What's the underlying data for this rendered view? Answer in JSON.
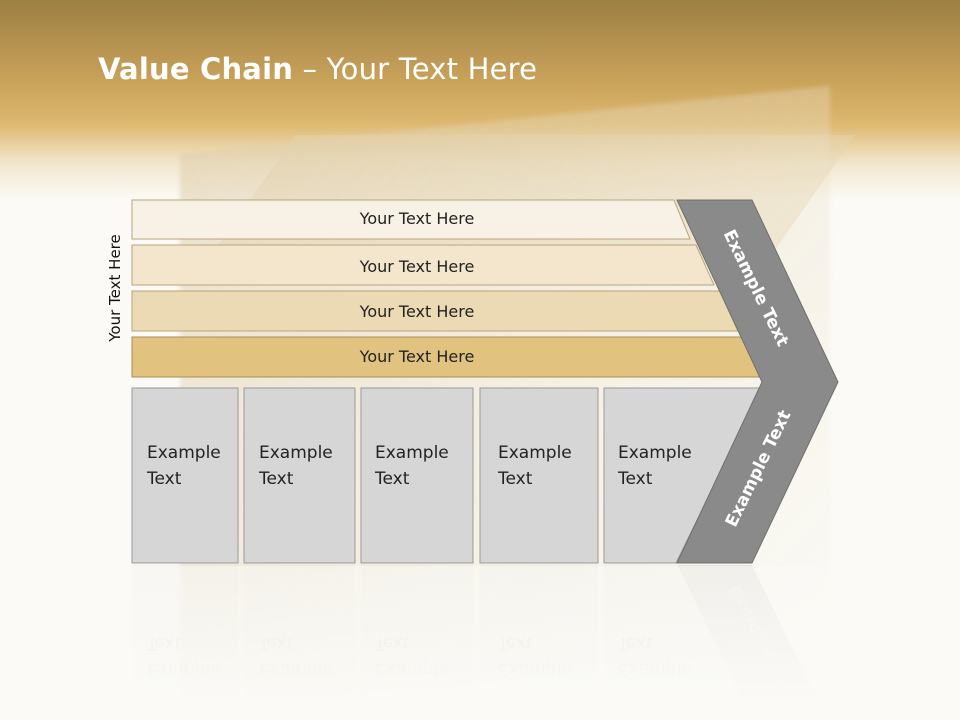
{
  "title": {
    "bold": "Value Chain",
    "rest": " – Your Text Here"
  },
  "side_label": "Your Text Here",
  "rows": [
    "Your Text Here",
    "Your Text Here",
    "Your Text Here",
    "Your Text Here"
  ],
  "columns": [
    {
      "line1": "Example",
      "line2": "Text"
    },
    {
      "line1": "Example",
      "line2": "Text"
    },
    {
      "line1": "Example",
      "line2": "Text"
    },
    {
      "line1": "Example",
      "line2": "Text"
    },
    {
      "line1": "Example",
      "line2": "Text"
    }
  ],
  "chevron": {
    "upper": "Example Text",
    "lower": "Example Text"
  },
  "colors": {
    "row1": "#f8f2e6",
    "row2": "#f3e6cd",
    "row3": "#ecdab4",
    "row4": "#e2c27f",
    "column": "#d6d6d6",
    "chevron": "#8a8a8a"
  }
}
